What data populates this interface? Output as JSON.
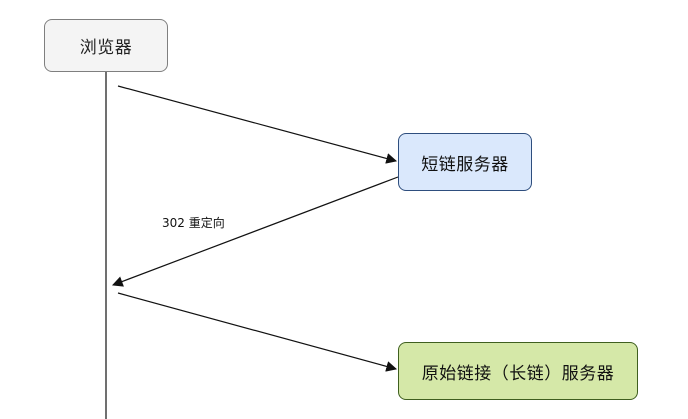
{
  "nodes": {
    "browser": {
      "label": "浏览器",
      "fill": "#f4f4f4",
      "stroke": "#7f7f7f"
    },
    "short_link_server": {
      "label": "短链服务器",
      "fill": "#dae8fc",
      "stroke": "#2e4e7e"
    },
    "original_link_server": {
      "label": "原始链接（长链）服务器",
      "fill": "#d5e8a8",
      "stroke": "#3f5f1f"
    }
  },
  "edges": [
    {
      "from": "browser",
      "to": "short_link_server",
      "label": ""
    },
    {
      "from": "short_link_server",
      "to": "browser",
      "label": "302 重定向"
    },
    {
      "from": "browser",
      "to": "original_link_server",
      "label": ""
    }
  ],
  "colors": {
    "line": "#111111"
  }
}
